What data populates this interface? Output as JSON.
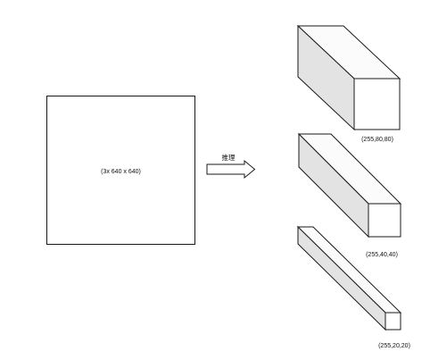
{
  "input": {
    "label": "(3x 640 x 640)"
  },
  "arrow": {
    "label": "推理"
  },
  "outputs": [
    {
      "label": "(255,80,80)"
    },
    {
      "label": "(255,40,40)"
    },
    {
      "label": "(255,20,20)"
    }
  ],
  "colors": {
    "stroke": "#1a1a1a",
    "face_light": "#fbfbfb",
    "face_mid": "#ececec",
    "face_dark": "#dcdcdc"
  }
}
